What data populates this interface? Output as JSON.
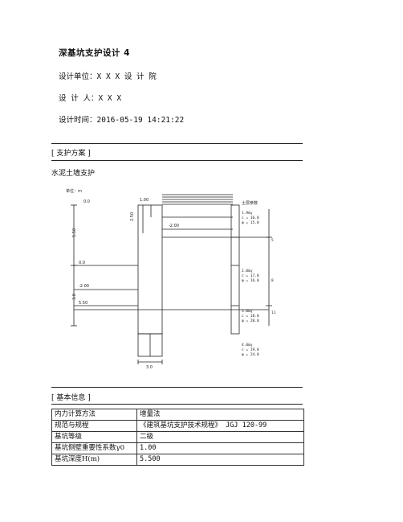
{
  "doc": {
    "title": "深基坑支护设计 4",
    "design_unit": "设计单位：X X X 设 计 院",
    "designer": "设 计 人：X X X",
    "design_time": "设计时间：2016-05-19 14:21:22"
  },
  "section_support": {
    "heading": "[ 支护方案 ]",
    "subtitle": "水泥土墙支护"
  },
  "drawing": {
    "unit_label": "单位：m",
    "top_label": "0.0",
    "left_dims": [
      "5.50",
      "3.0"
    ],
    "left_marks": [
      "0.0",
      "-2.00",
      "5.50"
    ],
    "top_dim": "1.00",
    "side_dim": "2.50",
    "water_label": "-2.00",
    "bottom_dim": "3.0",
    "soil_head": "土层参数",
    "soil_layers": [
      [
        "1.9&γ",
        "c = 16.0",
        "φ = 15.0"
      ],
      [
        "2.0&γ",
        "c = 17.0",
        "φ = 16.0"
      ],
      [
        "3.0&γ",
        "c = 18.0",
        "φ = 20.0"
      ],
      [
        "4.0&γ",
        "c = 19.0",
        "φ = 24.0"
      ]
    ],
    "depth_marks": [
      "5",
      "8",
      "11"
    ]
  },
  "section_basic": {
    "heading": "[ 基本信息 ]"
  },
  "basic_info": [
    {
      "key": "内力计算方法",
      "value": "增量法"
    },
    {
      "key": "规范与规程",
      "value": "《建筑基坑支护技术规程》 JGJ 120-99"
    },
    {
      "key": "基坑等级",
      "value": "二级"
    },
    {
      "key": "基坑侧壁重要性系数γ0",
      "value": "1.00"
    },
    {
      "key": "基坑深度H(m)",
      "value": "5.500"
    }
  ]
}
